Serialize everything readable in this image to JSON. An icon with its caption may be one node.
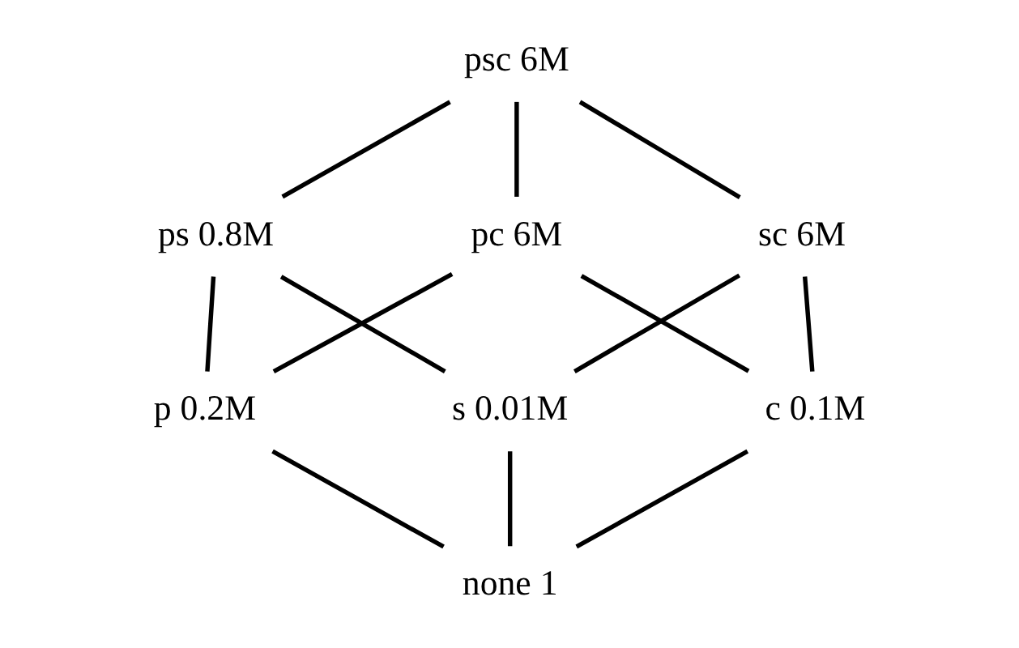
{
  "diagram": {
    "nodes": [
      {
        "text": [
          "psc 6M"
        ]
      },
      {
        "text": [
          "pc 6M"
        ]
      },
      {
        "text": [
          "ps 0.8M"
        ]
      },
      {
        "text": [
          "sc 6M"
        ]
      },
      {
        "text": [
          "p 0.2M"
        ]
      },
      {
        "text": [
          "s 0.01M"
        ]
      },
      {
        "text": [
          "c 0.1M"
        ]
      },
      {
        "text": [
          "none 1"
        ]
      }
    ],
    "edges": [
      {
        "from": 0,
        "to": 1,
        "arrow": "none"
      },
      {
        "from": 0,
        "to": 2,
        "arrow": "none"
      },
      {
        "from": 0,
        "to": 3,
        "arrow": "none"
      },
      {
        "from": 1,
        "to": 4,
        "arrow": "none"
      },
      {
        "from": 1,
        "to": 6,
        "arrow": "none"
      },
      {
        "from": 2,
        "to": 4,
        "arrow": "none"
      },
      {
        "from": 2,
        "to": 5,
        "arrow": "none"
      },
      {
        "from": 3,
        "to": 5,
        "arrow": "none"
      },
      {
        "from": 3,
        "to": 6,
        "arrow": "none"
      },
      {
        "from": 4,
        "to": 7,
        "arrow": "none"
      },
      {
        "from": 5,
        "to": 7,
        "arrow": "none"
      },
      {
        "from": 6,
        "to": 7,
        "arrow": "none"
      }
    ]
  }
}
